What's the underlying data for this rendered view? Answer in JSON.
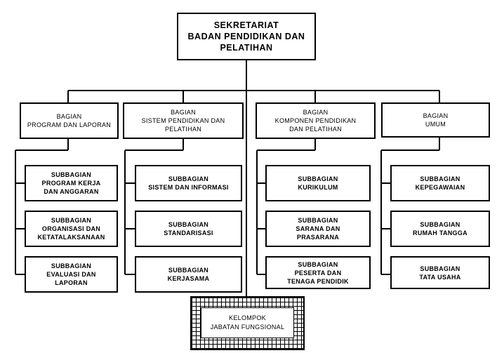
{
  "top": {
    "lines": [
      "SEKRETARIAT",
      "BADAN PENDIDIKAN DAN",
      "PELATIHAN"
    ]
  },
  "bagian": [
    {
      "lines": [
        "BAGIAN",
        "PROGRAM DAN LAPORAN"
      ],
      "subs": [
        {
          "lines": [
            "SUBBAGIAN",
            "PROGRAM KERJA",
            "DAN ANGGARAN"
          ]
        },
        {
          "lines": [
            "SUBBAGIAN",
            "ORGANISASI DAN",
            "KETATALAKSANAAN"
          ]
        },
        {
          "lines": [
            "SUBBAGIAN",
            "EVALUASI DAN",
            "LAPORAN"
          ]
        }
      ]
    },
    {
      "lines": [
        "BAGIAN",
        "SISTEM PENDIDIKAN DAN",
        "PELATIHAN"
      ],
      "subs": [
        {
          "lines": [
            "SUBBAGIAN",
            "SISTEM DAN INFORMASI"
          ]
        },
        {
          "lines": [
            "SUBBAGIAN",
            "STANDARISASI"
          ]
        },
        {
          "lines": [
            "SUBBAGIAN",
            "KERJASAMA"
          ]
        }
      ]
    },
    {
      "lines": [
        "BAGIAN",
        "KOMPONEN PENDIDIKAN",
        "DAN PELATIHAN"
      ],
      "subs": [
        {
          "lines": [
            "SUBBAGIAN",
            "KURIKULUM"
          ]
        },
        {
          "lines": [
            "SUBBAGIAN",
            "SARANA DAN",
            "PRASARANA"
          ]
        },
        {
          "lines": [
            "SUBBAGIAN",
            "PESERTA DAN",
            "TENAGA PENDIDIK"
          ]
        }
      ]
    },
    {
      "lines": [
        "BAGIAN",
        "UMUM"
      ],
      "subs": [
        {
          "lines": [
            "SUBBAGIAN",
            "KEPEGAWAIAN"
          ]
        },
        {
          "lines": [
            "SUBBAGIAN",
            "RUMAH TANGGA"
          ]
        },
        {
          "lines": [
            "SUBBAGIAN",
            "TATA USAHA"
          ]
        }
      ]
    }
  ],
  "kelompok": {
    "lines": [
      "KELOMPOK",
      "JABATAN FUNGSIONAL"
    ]
  }
}
